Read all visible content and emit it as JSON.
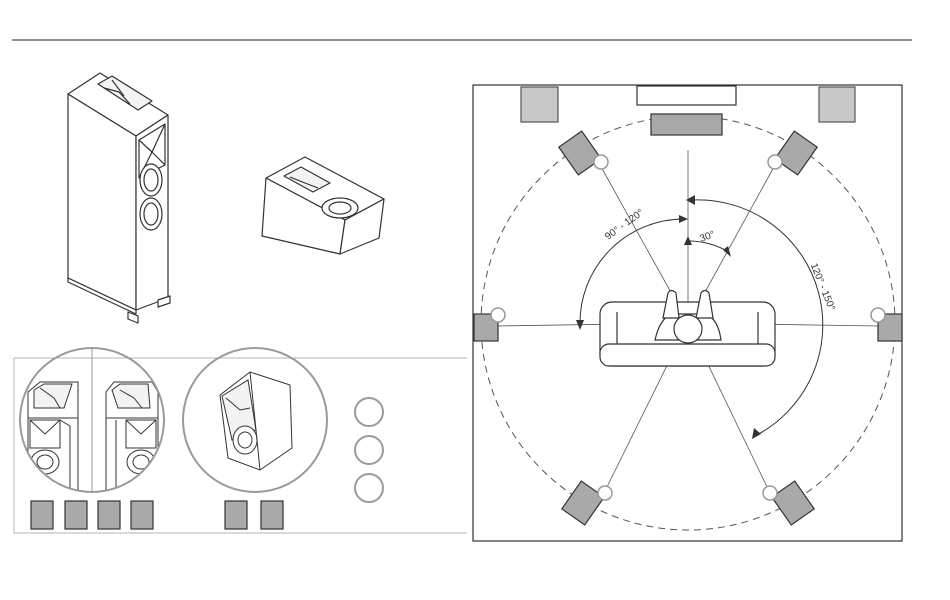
{
  "colors": {
    "stroke": "#333333",
    "speaker_fill": "#a9a9a9",
    "speaker_light": "#c8c8c8",
    "ring": "#9a9a9a",
    "panel_border": "#b5b5b5"
  },
  "diagram": {
    "angles": {
      "front": "30°",
      "side": "90° - 120°",
      "rear": "120° - 150°"
    },
    "legend_circle_count": 3,
    "tower_swatch_count": 4,
    "elevation_swatch_count": 2
  }
}
